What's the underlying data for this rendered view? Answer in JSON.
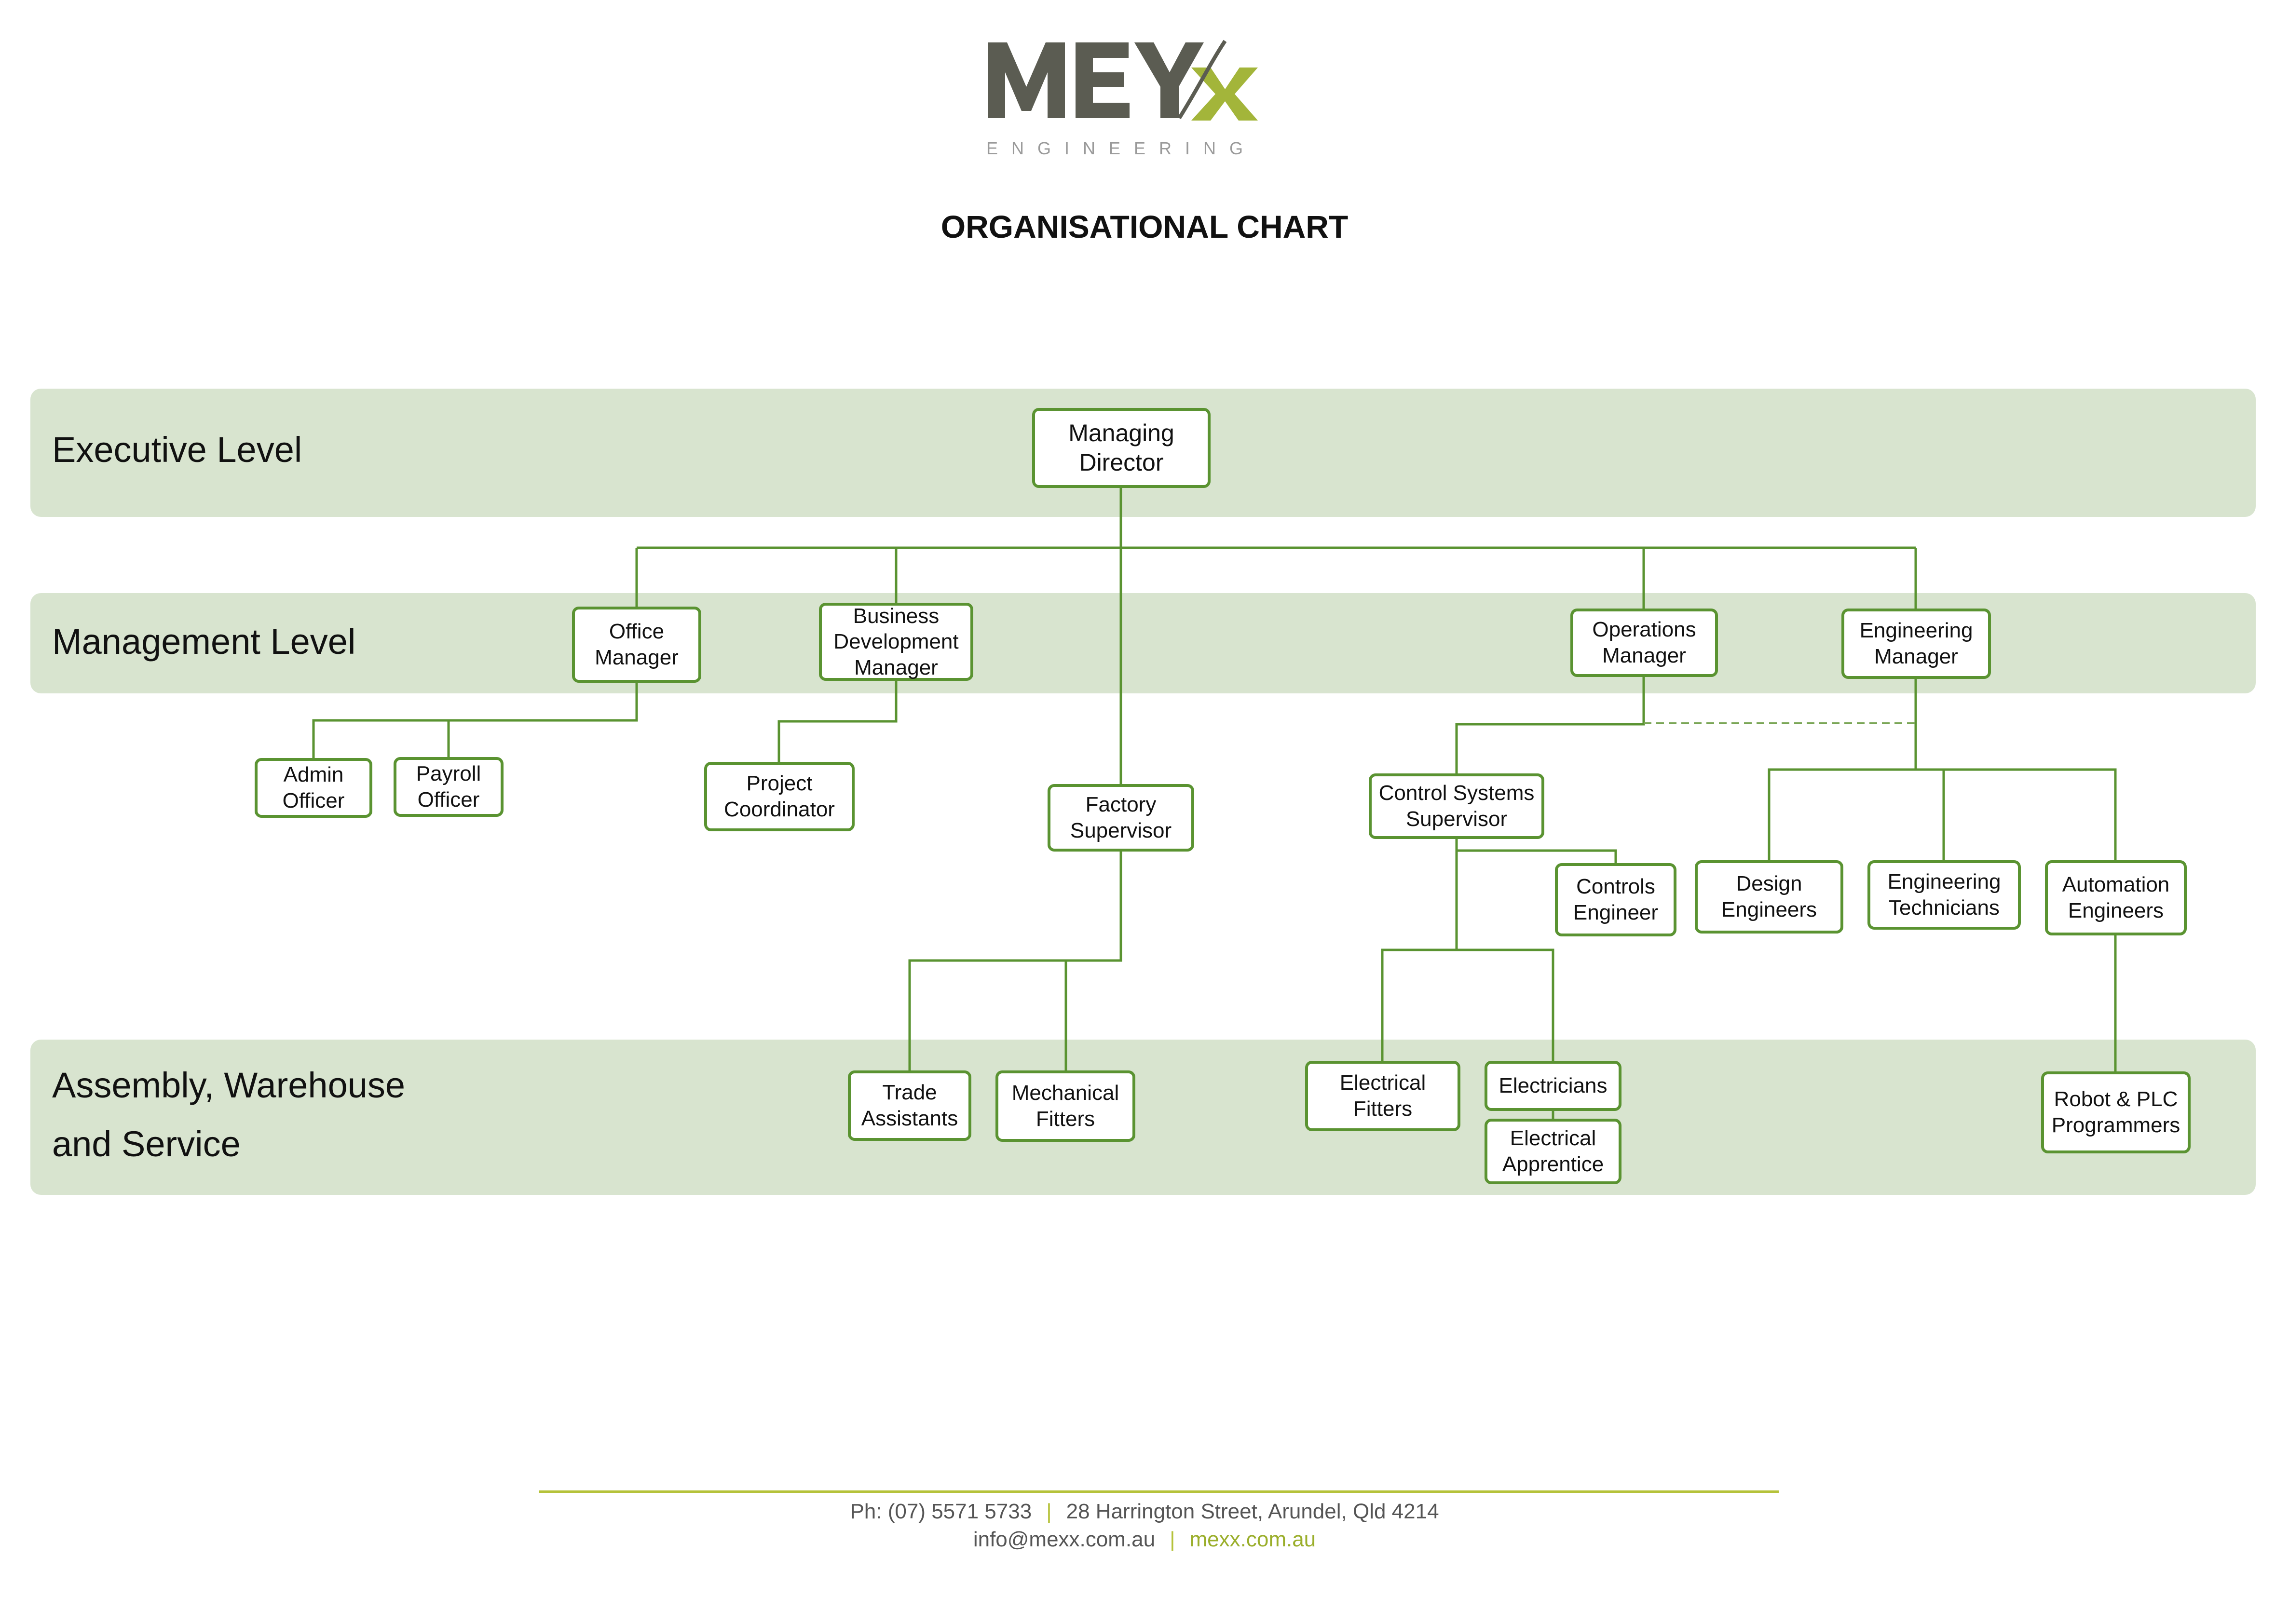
{
  "logo": {
    "wordmark": "MEXX",
    "tagline": "ENGINEERING"
  },
  "title": "ORGANISATIONAL CHART",
  "levels": [
    "Executive Level",
    "Management Level",
    "Assembly, Warehouse\nand Service"
  ],
  "nodes": {
    "managing_director": "Managing\nDirector",
    "office_manager": "Office\nManager",
    "bd_manager": "Business\nDevelopment\nManager",
    "operations_manager": "Operations\nManager",
    "engineering_manager": "Engineering\nManager",
    "admin_officer": "Admin\nOfficer",
    "payroll_officer": "Payroll\nOfficer",
    "project_coordinator": "Project\nCoordinator",
    "factory_supervisor": "Factory\nSupervisor",
    "control_systems_supervisor": "Control Systems\nSupervisor",
    "controls_engineer": "Controls\nEngineer",
    "design_engineers": "Design\nEngineers",
    "engineering_technicians": "Engineering\nTechnicians",
    "automation_engineers": "Automation\nEngineers",
    "trade_assistants": "Trade\nAssistants",
    "mechanical_fitters": "Mechanical\nFitters",
    "electrical_fitters": "Electrical\nFitters",
    "electricians": "Electricians",
    "electrical_apprentice": "Electrical\nApprentice",
    "robot_plc_programmers": "Robot & PLC\nProgrammers"
  },
  "footer": {
    "phone": "Ph: (07) 5571 5733",
    "address": "28 Harrington Street, Arundel, Qld 4214",
    "email": "info@mexx.com.au",
    "website": "mexx.com.au",
    "separator": "|"
  },
  "colors": {
    "band": "#d8e4cf",
    "line": "#5a9331",
    "logo_dark": "#5b5c52",
    "logo_accent": "#a3b53a"
  }
}
